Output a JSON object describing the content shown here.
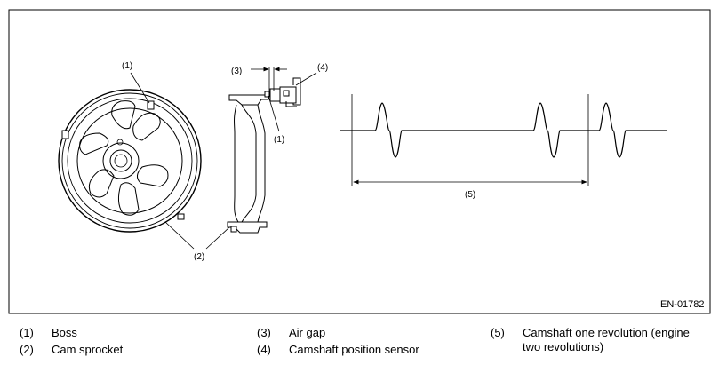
{
  "figure": {
    "code": "EN-01782",
    "callouts": {
      "boss_sprocket": "(1)",
      "boss_side": "(1)",
      "cam_sprocket": "(2)",
      "air_gap": "(3)",
      "sensor": "(4)",
      "revolution": "(5)"
    }
  },
  "legend": [
    {
      "num": "(1)",
      "text": "Boss"
    },
    {
      "num": "(2)",
      "text": "Cam sprocket"
    },
    {
      "num": "(3)",
      "text": "Air gap"
    },
    {
      "num": "(4)",
      "text": "Camshaft position sensor"
    },
    {
      "num": "(5)",
      "text": "Camshaft one revolution (engine two revolutions)"
    }
  ]
}
